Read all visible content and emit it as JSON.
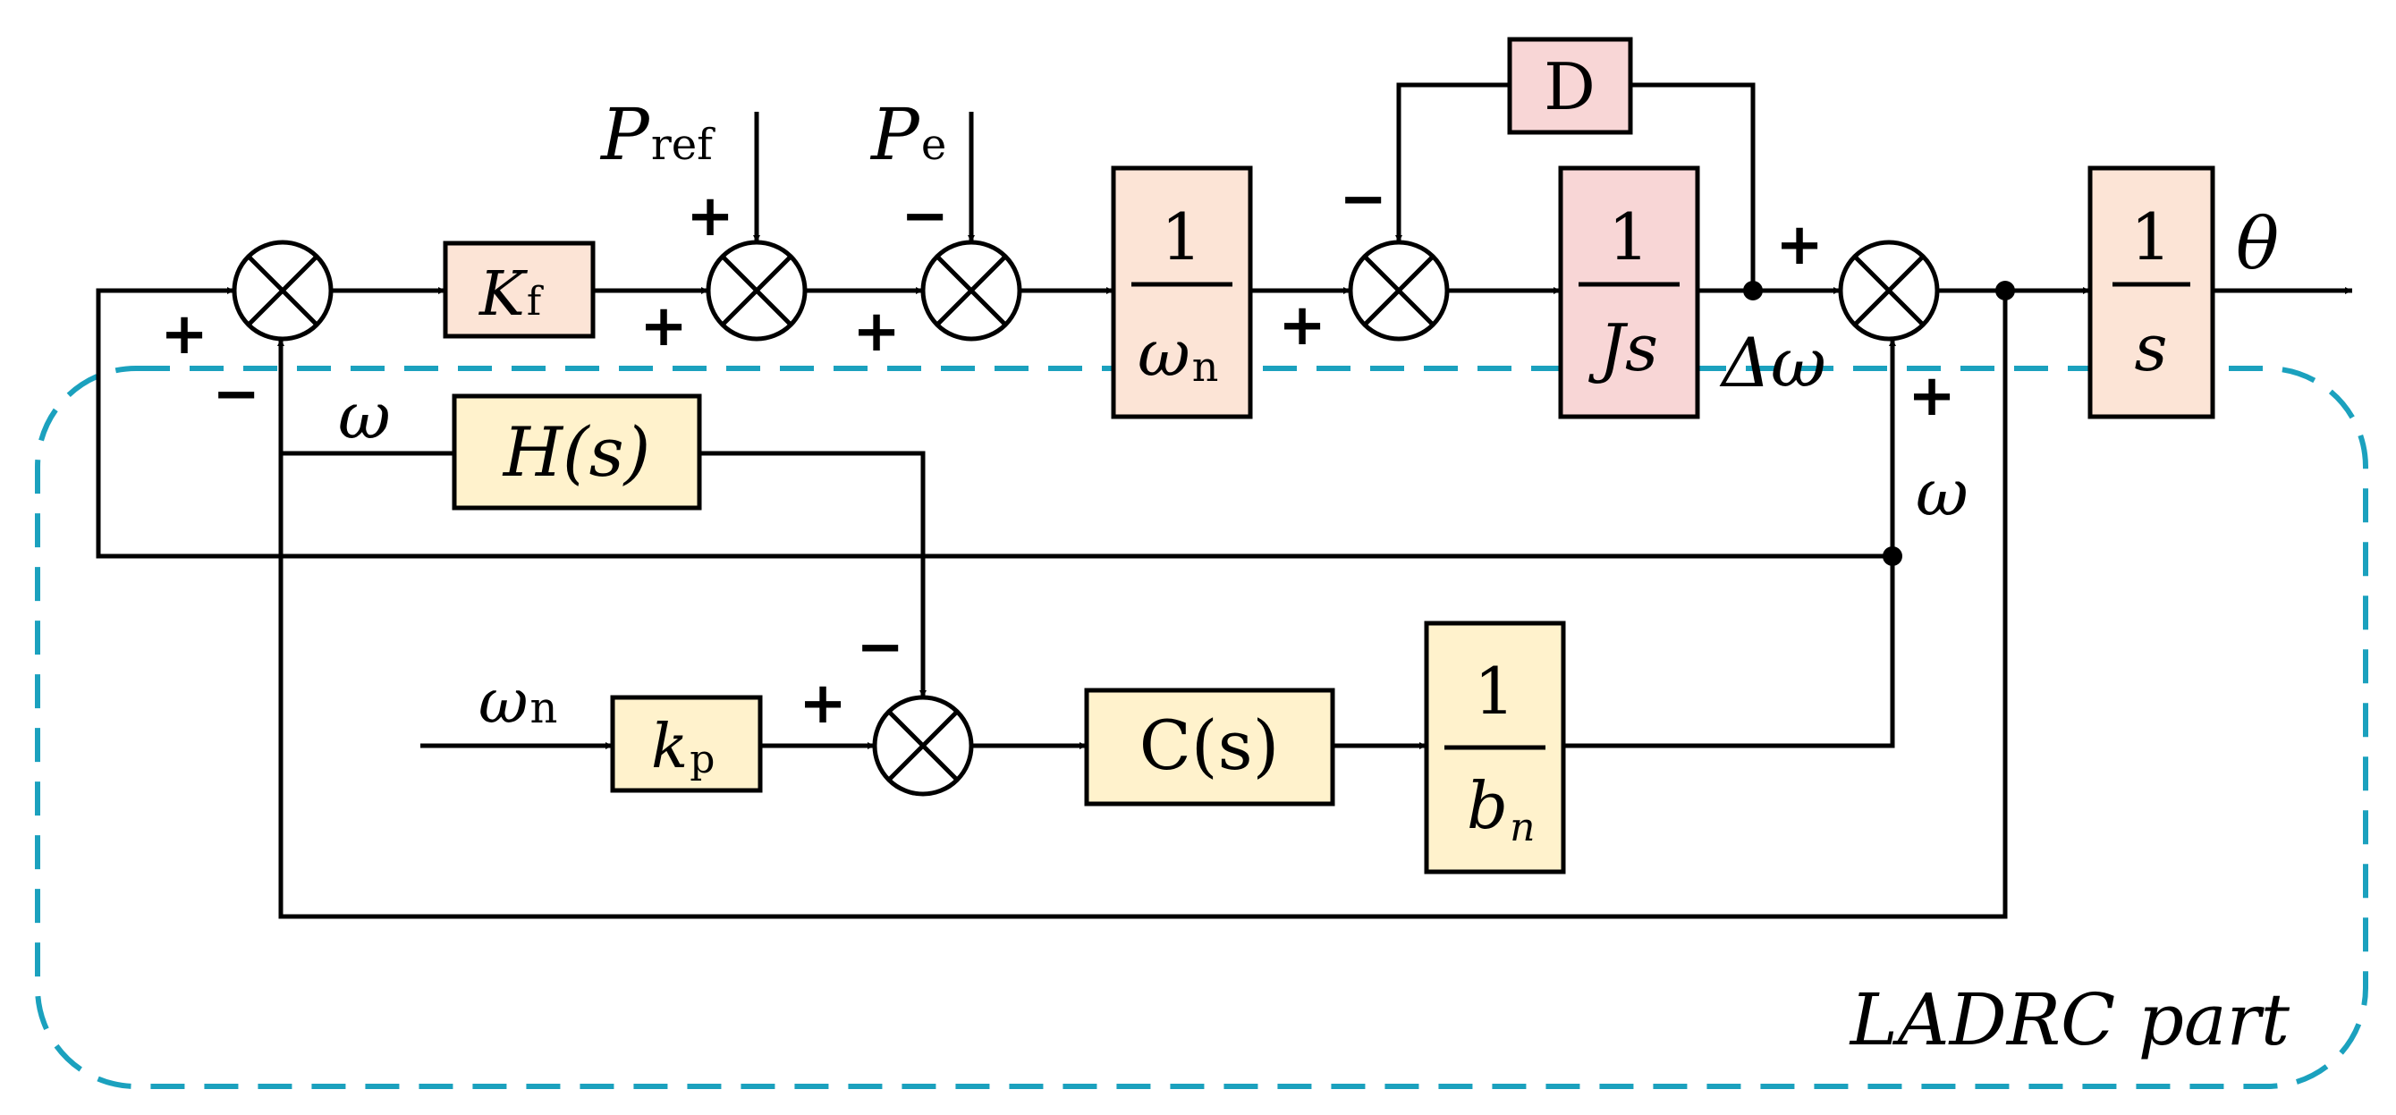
{
  "colors": {
    "light_orange_block": "#FCE4D6",
    "pink_block": "#F8D6D6",
    "light_yellow_block": "#FFF2CC",
    "dashed_boundary": "#1BA1BE",
    "line": "#000000"
  },
  "blocks": {
    "kf": {
      "main": "K",
      "sub": "f"
    },
    "inertia_gain": {
      "num": "1",
      "den_main": "ω",
      "den_sub": "n"
    },
    "damping": {
      "label": "D"
    },
    "inertia": {
      "num": "1",
      "den": "Js"
    },
    "integrator": {
      "num": "1",
      "den": "s"
    },
    "filter": {
      "label": "H(s)"
    },
    "kp": {
      "main": "k",
      "sub": "p"
    },
    "controller": {
      "label": "C(s)"
    },
    "b0_inverse": {
      "num": "1",
      "den_main": "b",
      "den_sub": "n"
    }
  },
  "signals": {
    "pref": {
      "main": "P",
      "sub": "ref"
    },
    "pe": {
      "main": "P",
      "sub": "e"
    },
    "omega_n_input": {
      "main": "ω",
      "sub": "n"
    },
    "theta": "θ",
    "delta_omega": "Δω",
    "omega_upper": "ω",
    "omega_right": "ω"
  },
  "signs": {
    "sum1_left": "+",
    "sum1_bottom": "−",
    "sum2_top": "+",
    "sum2_left": "+",
    "sum3_top": "−",
    "sum3_left": "+",
    "sum4_left": "+",
    "sum4_top": "−",
    "sum5_left": "+",
    "sum5_bottom": "+",
    "sum6_top": "−",
    "sum6_left": "+"
  },
  "region_label": "LADRC part"
}
